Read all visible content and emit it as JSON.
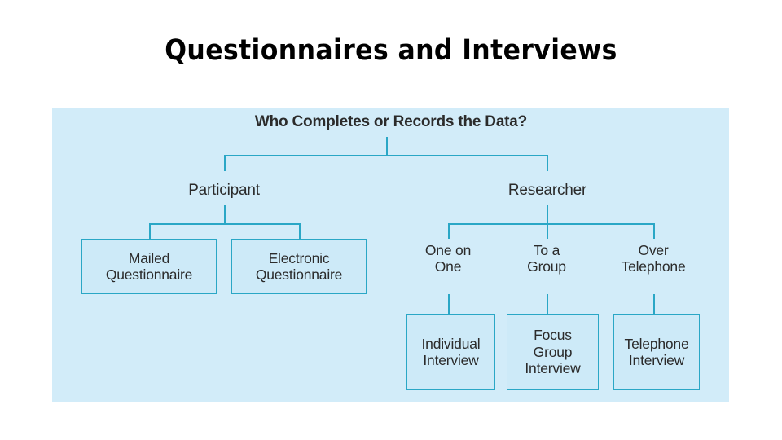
{
  "slide": {
    "title": "Questionnaires and Interviews",
    "background_color": "#ffffff"
  },
  "diagram": {
    "panel_color": "#d2ecf9",
    "line_color": "#2aa7c6",
    "box_fill_color": "#cdeaf8",
    "text_color": "#2b2b2b",
    "type": "tree",
    "root": {
      "label": "Who Completes or Records the Data?"
    },
    "level1": [
      {
        "label": "Participant"
      },
      {
        "label": "Researcher"
      }
    ],
    "participant_children": [
      {
        "label": "Mailed\nQuestionnaire",
        "boxed": true
      },
      {
        "label": "Electronic\nQuestionnaire",
        "boxed": true
      }
    ],
    "researcher_children": [
      {
        "label": "One on\nOne",
        "boxed": false
      },
      {
        "label": "To a\nGroup",
        "boxed": false
      },
      {
        "label": "Over\nTelephone",
        "boxed": false
      }
    ],
    "researcher_grandchildren": [
      {
        "label": "Individual\nInterview",
        "boxed": true
      },
      {
        "label": "Focus\nGroup\nInterview",
        "boxed": true
      },
      {
        "label": "Telephone\nInterview",
        "boxed": true
      }
    ]
  }
}
